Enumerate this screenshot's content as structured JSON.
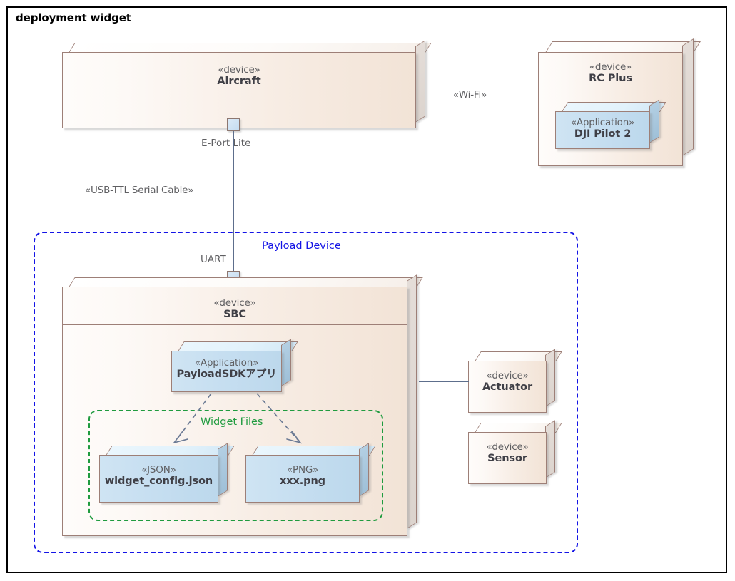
{
  "diagram": {
    "title": "deployment widget",
    "colors": {
      "frame_border": "#000000",
      "device_fill": "#f2e3d6",
      "device_border": "#9d7f77",
      "app_fill": "#c7dff1",
      "payload_boundary": "#1414e6",
      "widget_boundary": "#1f9b3f",
      "connector": "#5d6e8c",
      "stereotype_text": "#5f5f62",
      "name_text": "#3f3f46"
    }
  },
  "nodes": {
    "aircraft": {
      "stereotype": "«device»",
      "name": "Aircraft"
    },
    "rc_plus": {
      "stereotype": "«device»",
      "name": "RC Plus"
    },
    "dji_pilot": {
      "stereotype": "«Application»",
      "name": "DJI Pilot 2"
    },
    "sbc": {
      "stereotype": "«device»",
      "name": "SBC"
    },
    "payload_sdk_app": {
      "stereotype": "«Application»",
      "name": "PayloadSDKアプリ"
    },
    "widget_config": {
      "stereotype": "«JSON»",
      "name": "widget_config.json"
    },
    "xxx_png": {
      "stereotype": "«PNG»",
      "name": "xxx.png"
    },
    "actuator": {
      "stereotype": "«device»",
      "name": "Actuator"
    },
    "sensor": {
      "stereotype": "«device»",
      "name": "Sensor"
    }
  },
  "ports": {
    "e_port_lite": "E-Port Lite",
    "uart": "UART"
  },
  "connectors": {
    "wifi": "«Wi-Fi»",
    "usb_ttl": "«USB-TTL Serial Cable»"
  },
  "boundaries": {
    "payload_device": "Payload Device",
    "widget_files": "Widget Files"
  }
}
